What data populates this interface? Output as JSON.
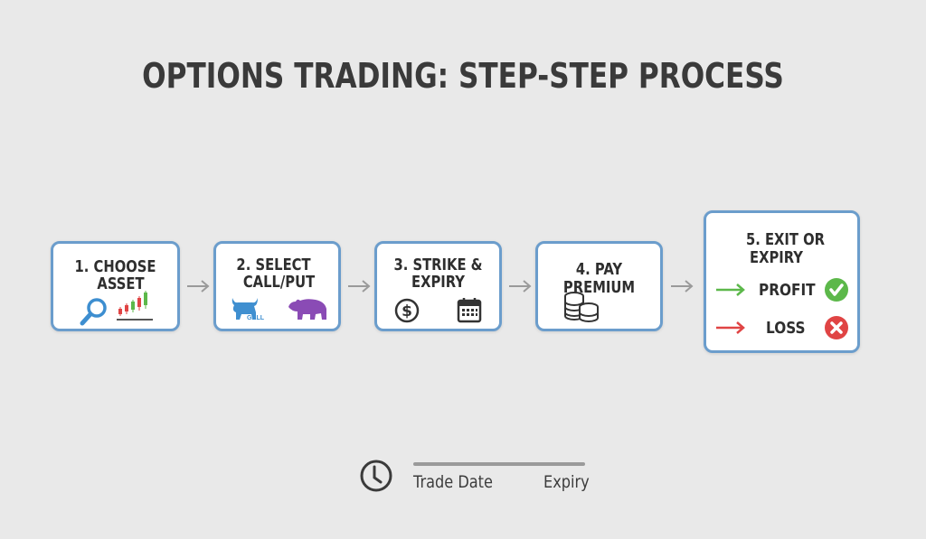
{
  "title": "OPTIONS TRADING: STEP-STEP PROCESS",
  "colors": {
    "background": "#e9e9e9",
    "box_border": "#6b9dcc",
    "arrow_gray": "#9a9a9a",
    "profit_green": "#5cb84a",
    "loss_red": "#e04444",
    "bull_blue": "#3f8fd0",
    "bear_purple": "#8a4bb5"
  },
  "steps": [
    {
      "label_line1": "1. CHOOSE",
      "label_line2": "ASSET",
      "icons": [
        "magnifier-icon",
        "candlestick-chart-icon"
      ]
    },
    {
      "label_line1": "2. SELECT",
      "label_line2": "CALL/PUT",
      "icons": [
        "bull-icon",
        "bear-icon"
      ],
      "bull_caption": "GALL"
    },
    {
      "label_line1": "3. STRIKE &",
      "label_line2": "EXPIRY",
      "icons": [
        "dollar-icon",
        "calendar-icon"
      ]
    },
    {
      "label_line1": "4. PAY PREMIUM",
      "icons": [
        "coins-icon"
      ]
    },
    {
      "label_line1": "5. EXIT OR",
      "label_line2": "EXPIRY",
      "outcomes": [
        {
          "label": "PROFIT",
          "icon": "checkmark-icon"
        },
        {
          "label": "LOSS",
          "icon": "x-mark-icon"
        }
      ]
    }
  ],
  "timeline": {
    "icon": "clock-icon",
    "start_label": "Trade Date",
    "end_label": "Expiry"
  }
}
